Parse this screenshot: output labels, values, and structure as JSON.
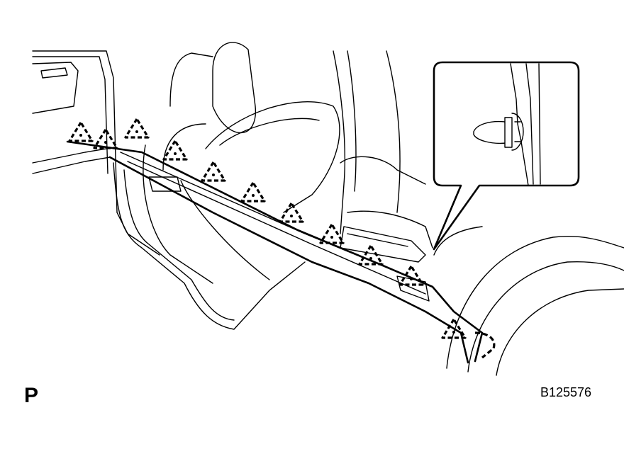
{
  "figure": {
    "view_label": "P",
    "figure_code": "B125576"
  },
  "icons": {
    "clip_marker": "dashed-triangle-clip-icon",
    "detail_clip": "clip-fastener-icon"
  },
  "colors": {
    "line": "#000000",
    "background": "#ffffff"
  },
  "clip_count": 11
}
